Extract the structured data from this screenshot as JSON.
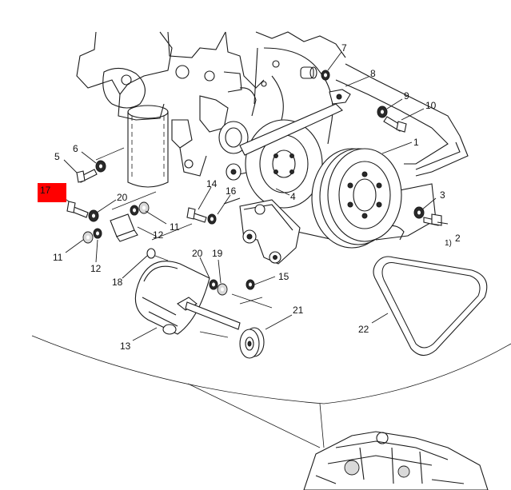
{
  "highlight_color": "#ff0000",
  "highlighted_callout": "17",
  "callouts": {
    "c1": "1",
    "c2": "2",
    "c3": "3",
    "c4": "4",
    "c5": "5",
    "c6": "6",
    "c7": "7",
    "c8": "8",
    "c9": "9",
    "c10": "10",
    "c11a": "11",
    "c11b": "11",
    "c12a": "12",
    "c12b": "12",
    "c13": "13",
    "c14": "14",
    "c15": "15",
    "c16": "16",
    "c17": "17",
    "c18": "18",
    "c19": "19",
    "c20a": "20",
    "c20b": "20",
    "c21": "21",
    "c22": "22"
  },
  "footnote": "1)"
}
